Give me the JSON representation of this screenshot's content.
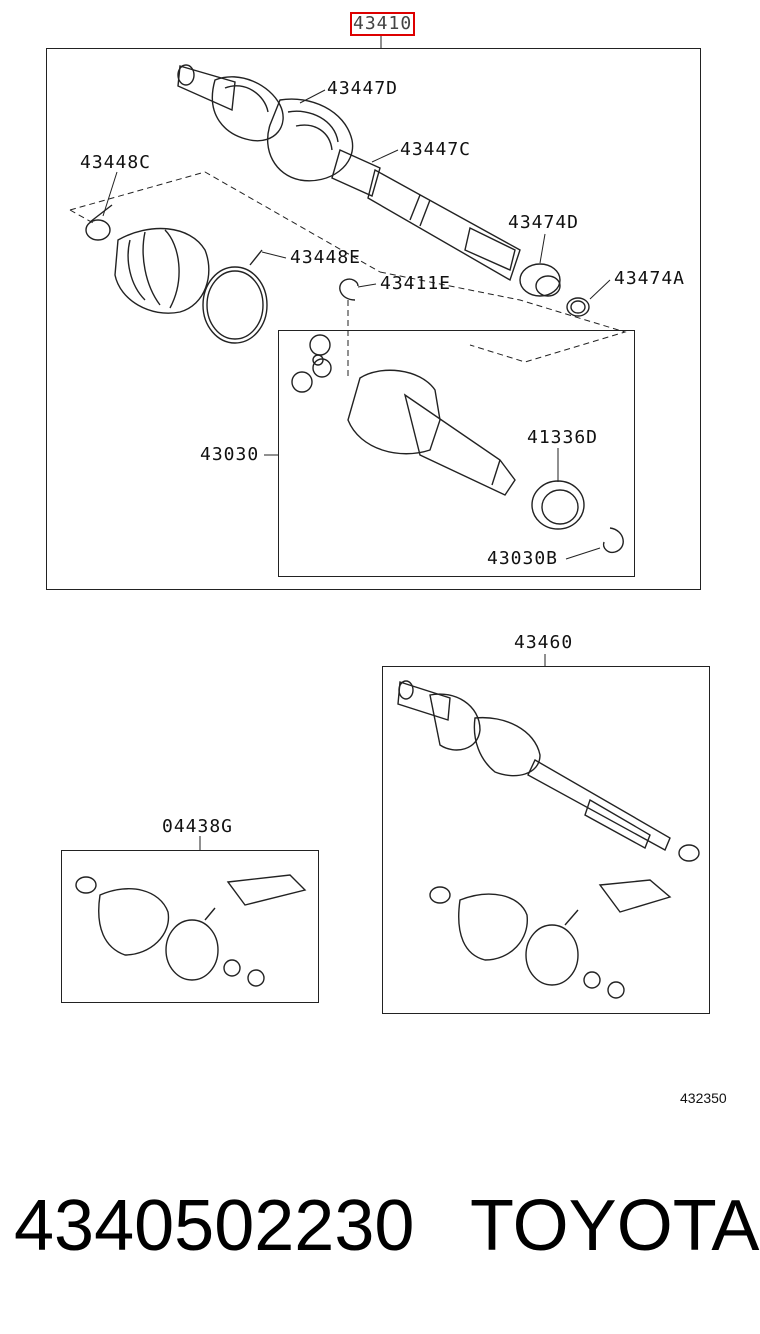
{
  "diagram": {
    "assembly_label": "43410",
    "labels": {
      "l43447d": "43447D",
      "l43447c": "43447C",
      "l43448c": "43448C",
      "l43448e": "43448E",
      "l43474d": "43474D",
      "l43411e": "43411E",
      "l43474a": "43474A",
      "l43030": "43030",
      "l41336d": "41336D",
      "l43030b": "43030B",
      "l43460": "43460",
      "l04438g": "04438G"
    },
    "sheet_code": "432350"
  },
  "footer": {
    "part_number": "4340502230",
    "brand": "TOYOTA"
  }
}
